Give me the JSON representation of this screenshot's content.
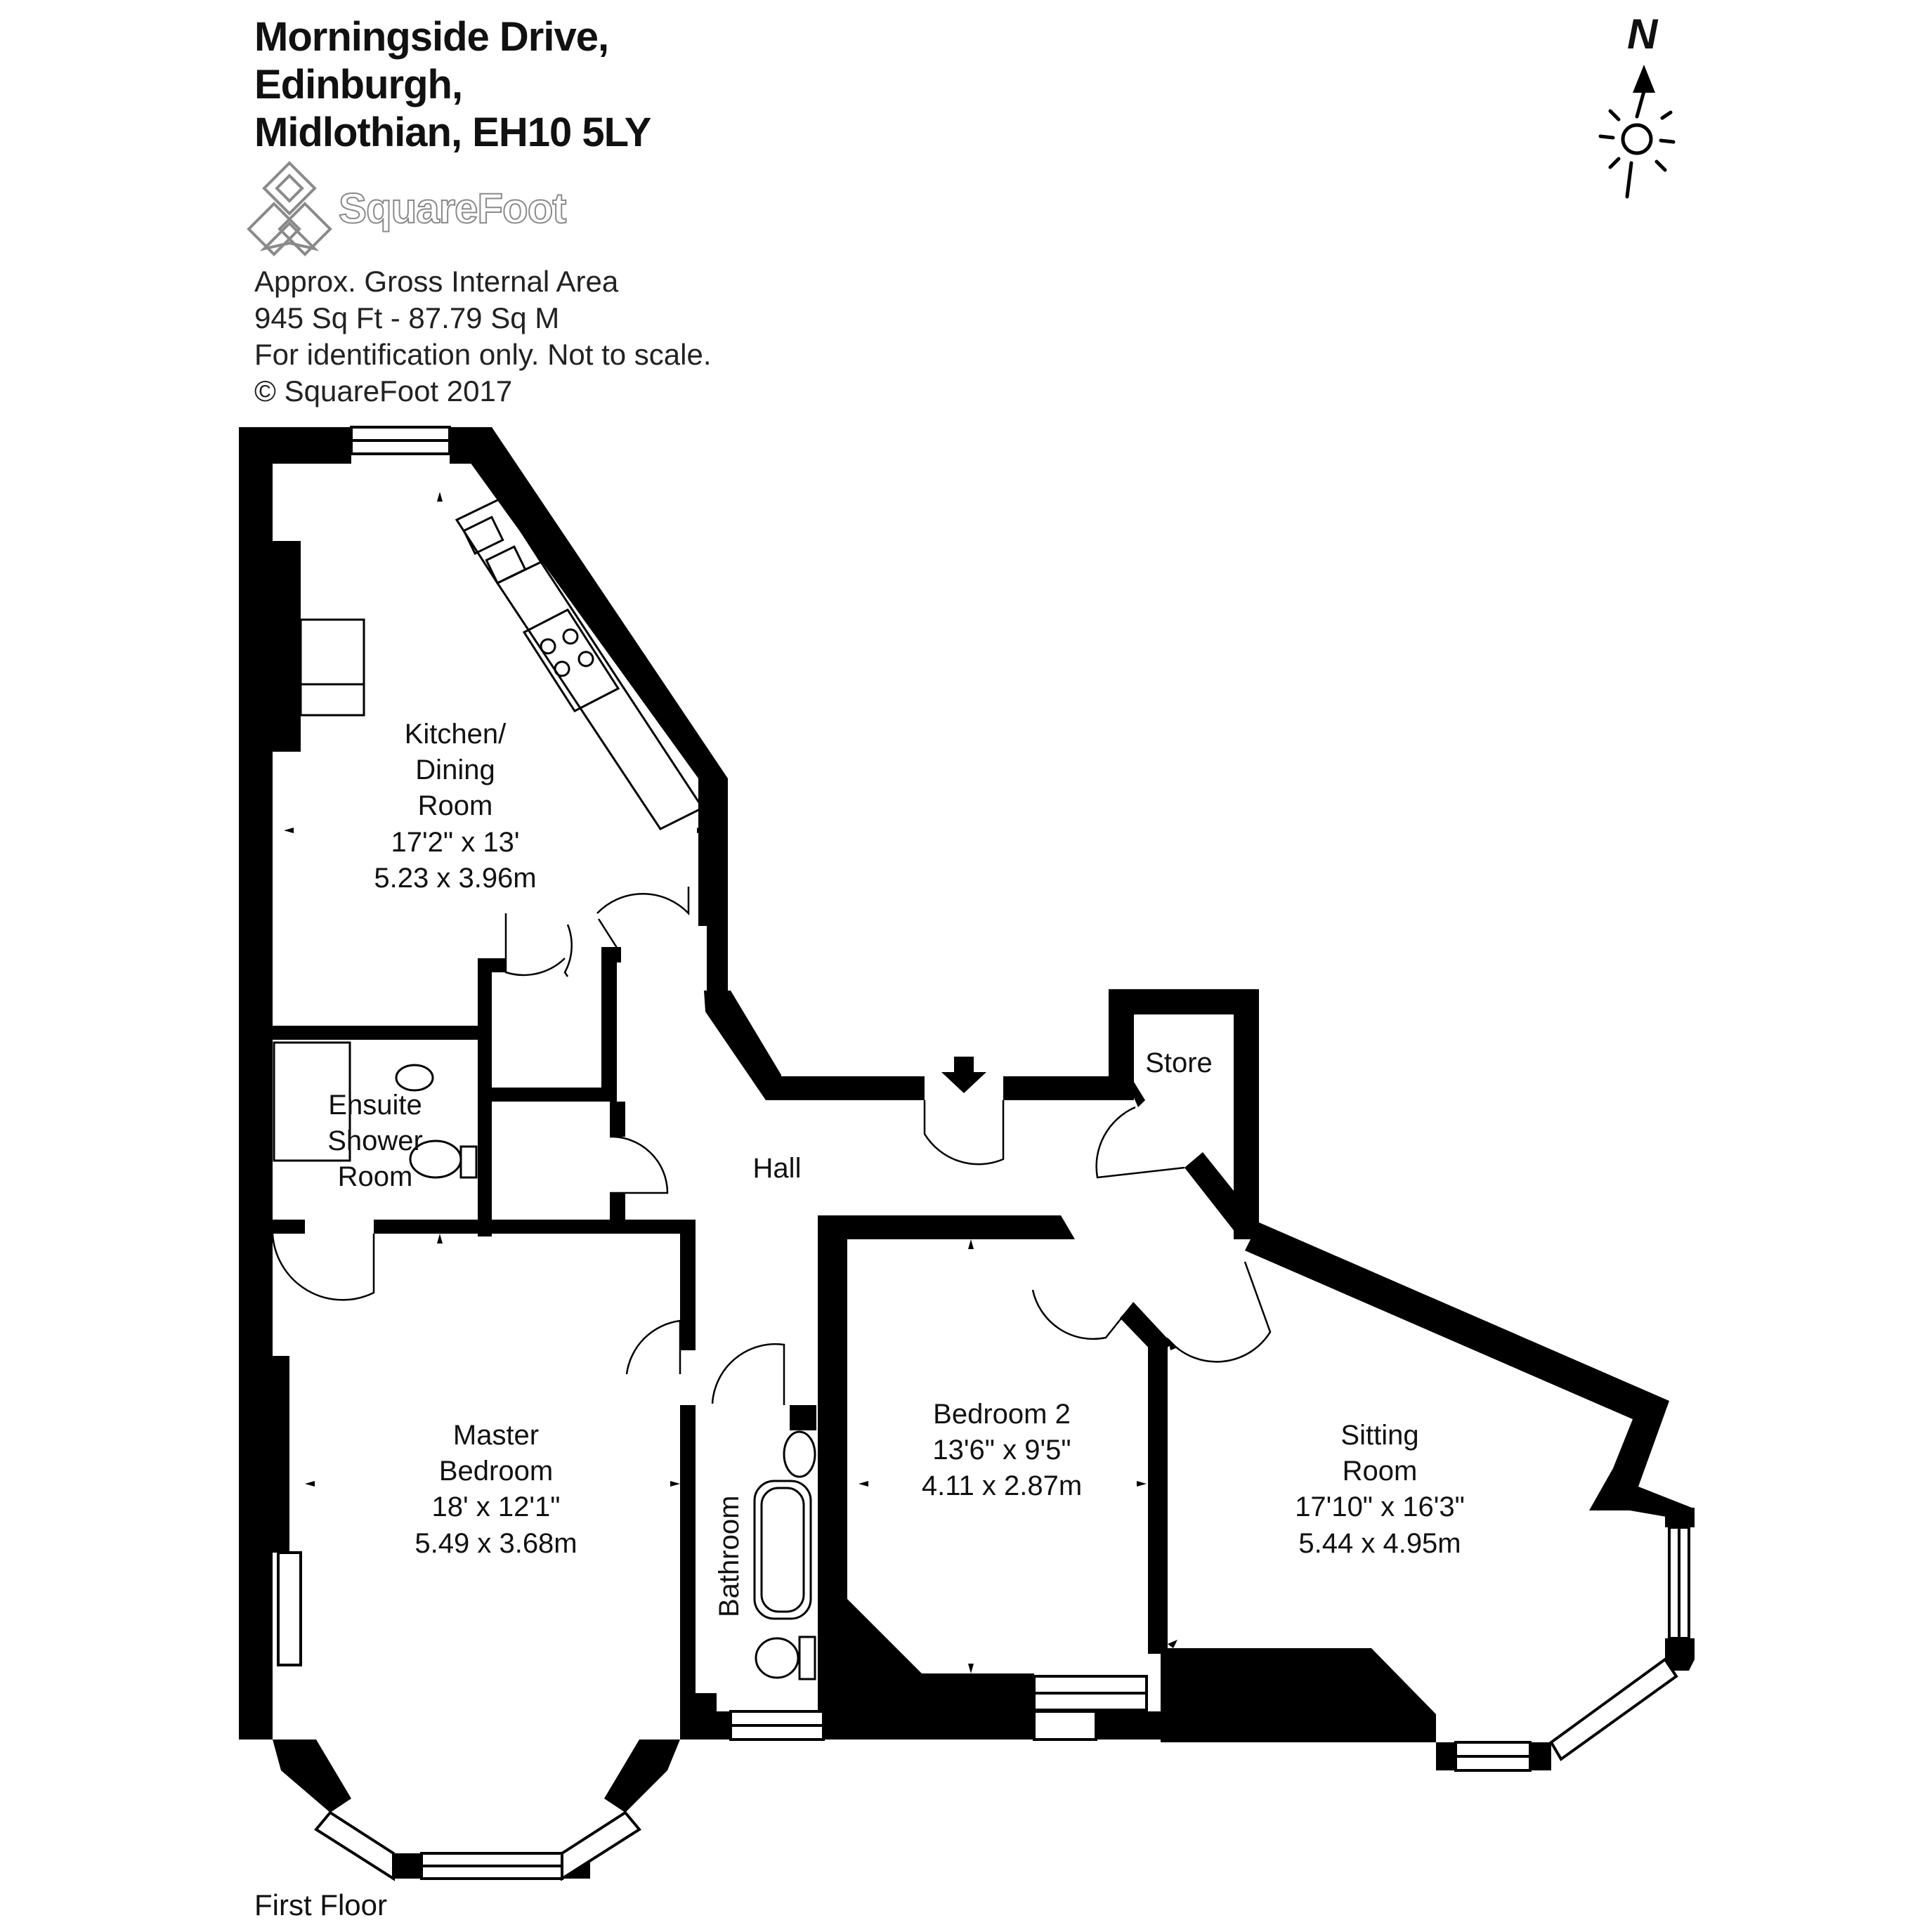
{
  "header": {
    "address_line1": "Morningside Drive,",
    "address_line2": "Edinburgh,",
    "address_line3": "Midlothian, EH10 5LY",
    "logo_text": "SquareFoot",
    "area_title": "Approx. Gross Internal Area",
    "area_value": "945 Sq Ft  -  87.79 Sq M",
    "disclaimer": "For identification only. Not to scale.",
    "copyright": "© SquareFoot 2017"
  },
  "compass": {
    "label": "N"
  },
  "rooms": {
    "kitchen": {
      "line1": "Kitchen/",
      "line2": "Dining",
      "line3": "Room",
      "imperial": "17'2\" x 13'",
      "metric": "5.23 x 3.96m"
    },
    "ensuite": {
      "line1": "Ensuite",
      "line2": "Shower",
      "line3": "Room"
    },
    "hall": {
      "name": "Hall"
    },
    "store": {
      "name": "Store"
    },
    "master": {
      "line1": "Master",
      "line2": "Bedroom",
      "imperial": "18' x 12'1\"",
      "metric": "5.49 x 3.68m"
    },
    "bathroom": {
      "name": "Bathroom"
    },
    "bedroom2": {
      "line1": "Bedroom 2",
      "imperial": "13'6\" x 9'5\"",
      "metric": "4.11 x 2.87m"
    },
    "sitting": {
      "line1": "Sitting",
      "line2": "Room",
      "imperial": "17'10\" x 16'3\"",
      "metric": "5.44 x 4.95m"
    }
  },
  "footer": {
    "floor": "First Floor"
  },
  "colors": {
    "wall": "#000000",
    "fixture": "#333333",
    "logo": "#8a8a8a"
  }
}
